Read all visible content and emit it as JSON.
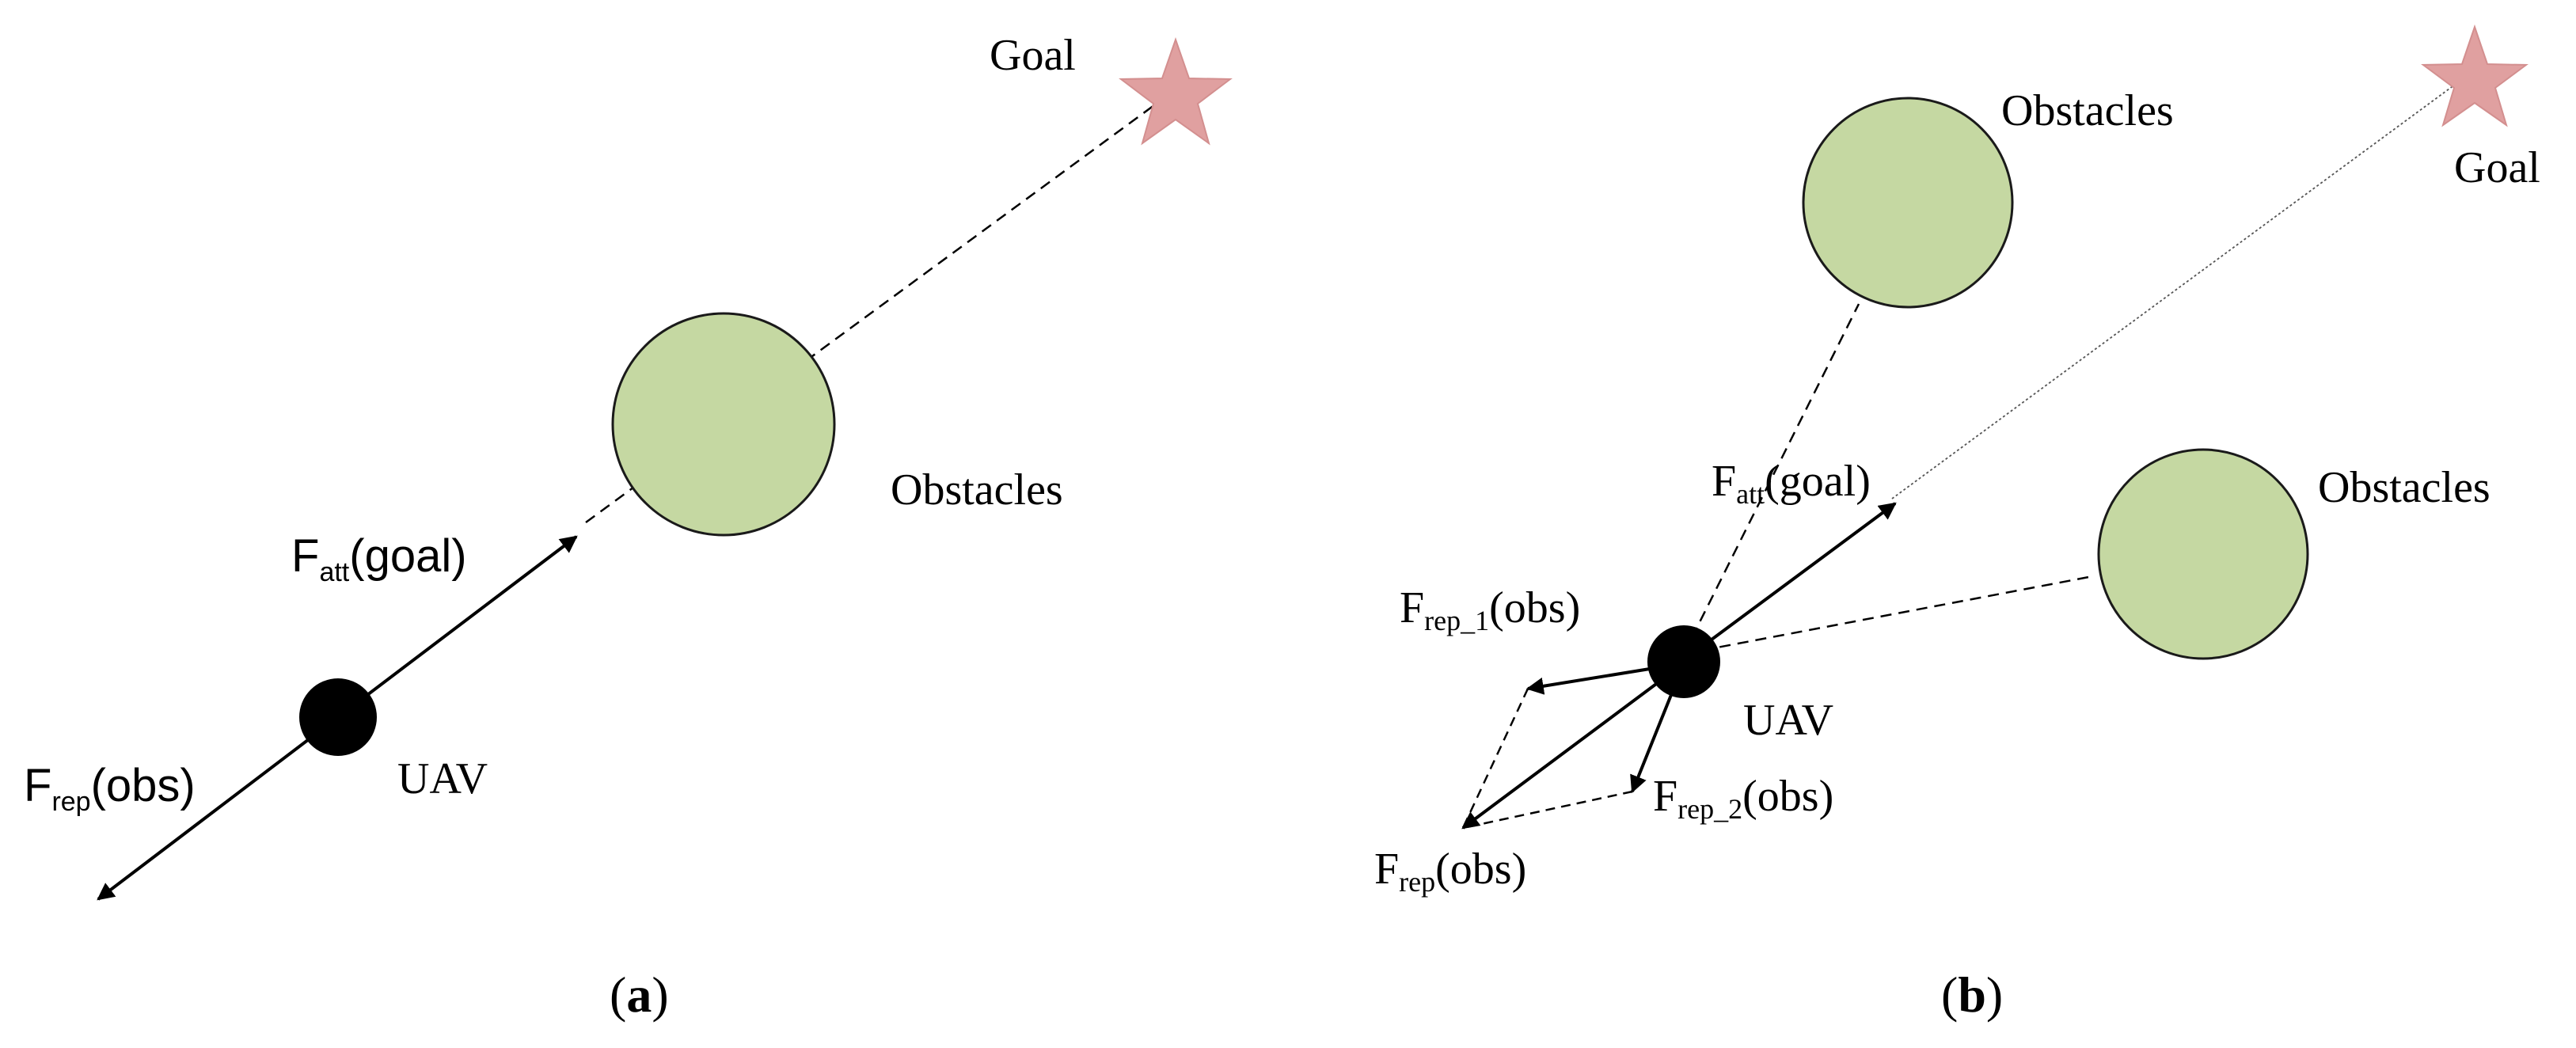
{
  "colors": {
    "obstacle_fill": "#c5d8a2",
    "obstacle_stroke": "#1a1a1a",
    "goal_star": "#e0a0a0",
    "uav": "#000000",
    "line": "#000000"
  },
  "panel_a": {
    "caption": "a",
    "goal": {
      "label": "Goal",
      "icon": "star-icon"
    },
    "obstacle": {
      "label": "Obstacles"
    },
    "uav": {
      "label": "UAV"
    },
    "attractive_force": {
      "symbol": "F",
      "subscript": "att",
      "argument": "(goal)"
    },
    "repulsive_force": {
      "symbol": "F",
      "subscript": "rep",
      "argument": "(obs)"
    }
  },
  "panel_b": {
    "caption": "b",
    "goal": {
      "label": "Goal",
      "icon": "star-icon"
    },
    "obstacle_1": {
      "label": "Obstacles"
    },
    "obstacle_2": {
      "label": "Obstacles"
    },
    "uav": {
      "label": "UAV"
    },
    "attractive_force": {
      "symbol": "F",
      "subscript": "att",
      "argument": "(goal)"
    },
    "repulsive_force_1": {
      "symbol": "F",
      "subscript": "rep_1",
      "argument": "(obs)"
    },
    "repulsive_force_2": {
      "symbol": "F",
      "subscript": "rep_2",
      "argument": "(obs)"
    },
    "repulsive_force_total": {
      "symbol": "F",
      "subscript": "rep",
      "argument": "(obs)"
    }
  }
}
